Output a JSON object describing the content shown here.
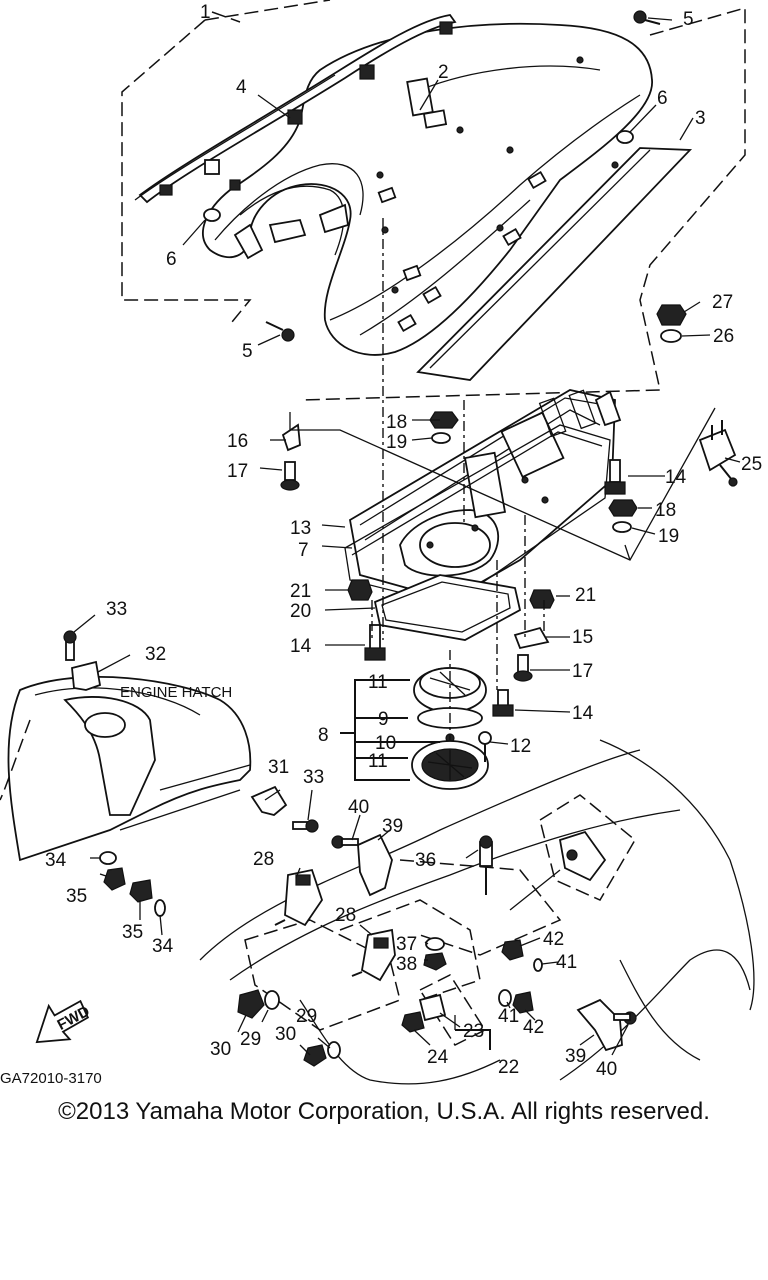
{
  "diagram": {
    "callouts": {
      "c1": "1",
      "c2": "2",
      "c3": "3",
      "c4": "4",
      "c5a": "5",
      "c5b": "5",
      "c6a": "6",
      "c6b": "6",
      "c7": "7",
      "c8": "8",
      "c9": "9",
      "c10": "10",
      "c11a": "11",
      "c11b": "11",
      "c12": "12",
      "c13": "13",
      "c14a": "14",
      "c14b": "14",
      "c14c": "14",
      "c15": "15",
      "c16": "16",
      "c17a": "17",
      "c17b": "17",
      "c18a": "18",
      "c18b": "18",
      "c19a": "19",
      "c19b": "19",
      "c20": "20",
      "c21a": "21",
      "c21b": "21",
      "c22": "22",
      "c23": "23",
      "c24": "24",
      "c25": "25",
      "c26": "26",
      "c27": "27",
      "c28a": "28",
      "c28b": "28",
      "c29a": "29",
      "c29b": "29",
      "c30a": "30",
      "c30b": "30",
      "c31": "31",
      "c32": "32",
      "c33a": "33",
      "c33b": "33",
      "c34a": "34",
      "c34b": "34",
      "c35a": "35",
      "c35b": "35",
      "c36": "36",
      "c37": "37",
      "c38": "38",
      "c39a": "39",
      "c39b": "39",
      "c40a": "40",
      "c40b": "40",
      "c41a": "41",
      "c41b": "41",
      "c42a": "42",
      "c42b": "42"
    },
    "engine_hatch_label": "ENGINE HATCH",
    "fwd_label": "FWD",
    "figure_code": "GA72010-3170"
  },
  "footer": {
    "copyright": "©2013 Yamaha Motor Corporation, U.S.A. All rights reserved."
  }
}
